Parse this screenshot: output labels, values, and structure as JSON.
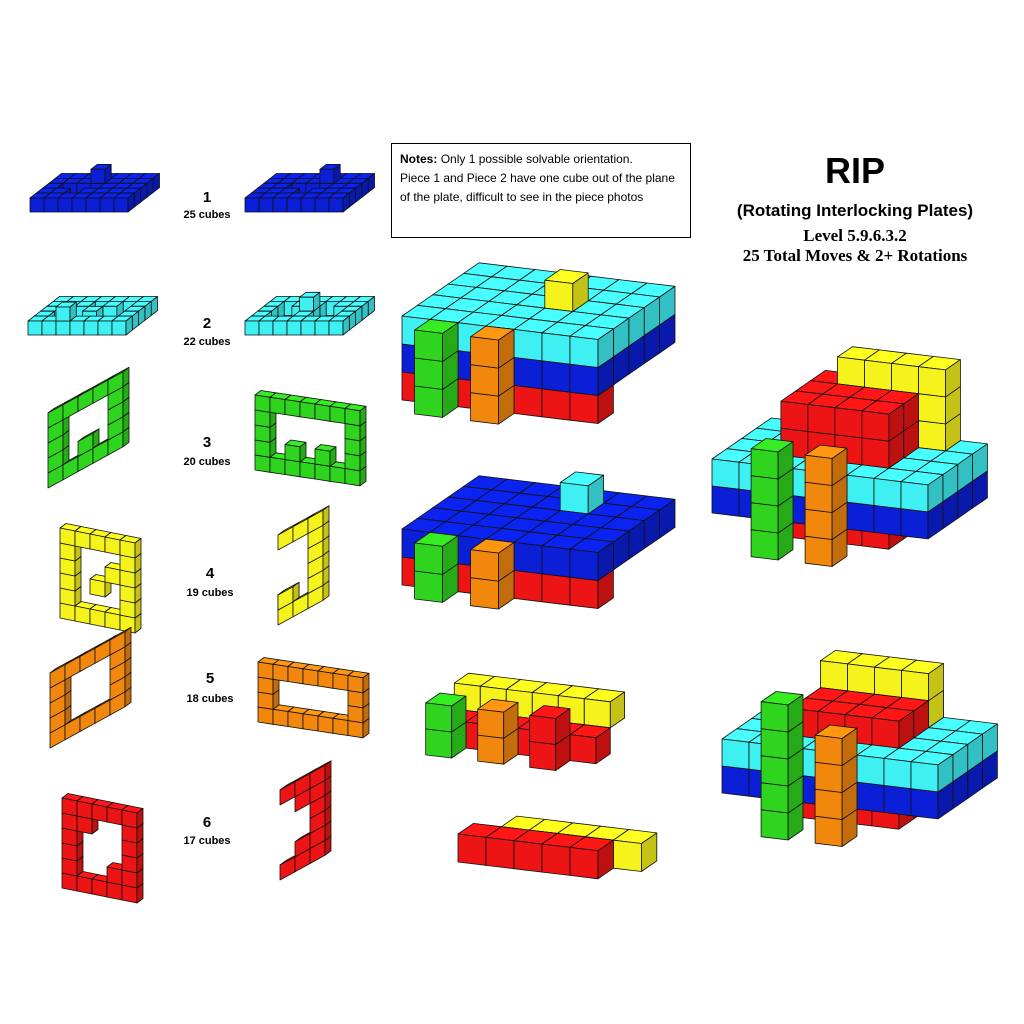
{
  "header": {
    "title": "RIP",
    "subtitle": "(Rotating Interlocking Plates)",
    "level": "Level 5.9.6.3.2",
    "moves": "25 Total Moves & 2+ Rotations"
  },
  "notes": {
    "label": "Notes:",
    "line1": "Only 1 possible solvable orientation.",
    "line2": "Piece 1 and Piece 2 have one cube out of the plane of the plate, difficult to see in the piece photos"
  },
  "pieces": [
    {
      "number": "1",
      "cubes": "25 cubes",
      "color": "#0a1fd6"
    },
    {
      "number": "2",
      "cubes": "22 cubes",
      "color": "#3ff0f2"
    },
    {
      "number": "3",
      "cubes": "20 cubes",
      "color": "#2fd41e"
    },
    {
      "number": "4",
      "cubes": "19 cubes",
      "color": "#f5f21c"
    },
    {
      "number": "5",
      "cubes": "18 cubes",
      "color": "#f2870e"
    },
    {
      "number": "6",
      "cubes": "17 cubes",
      "color": "#ec1414"
    }
  ]
}
